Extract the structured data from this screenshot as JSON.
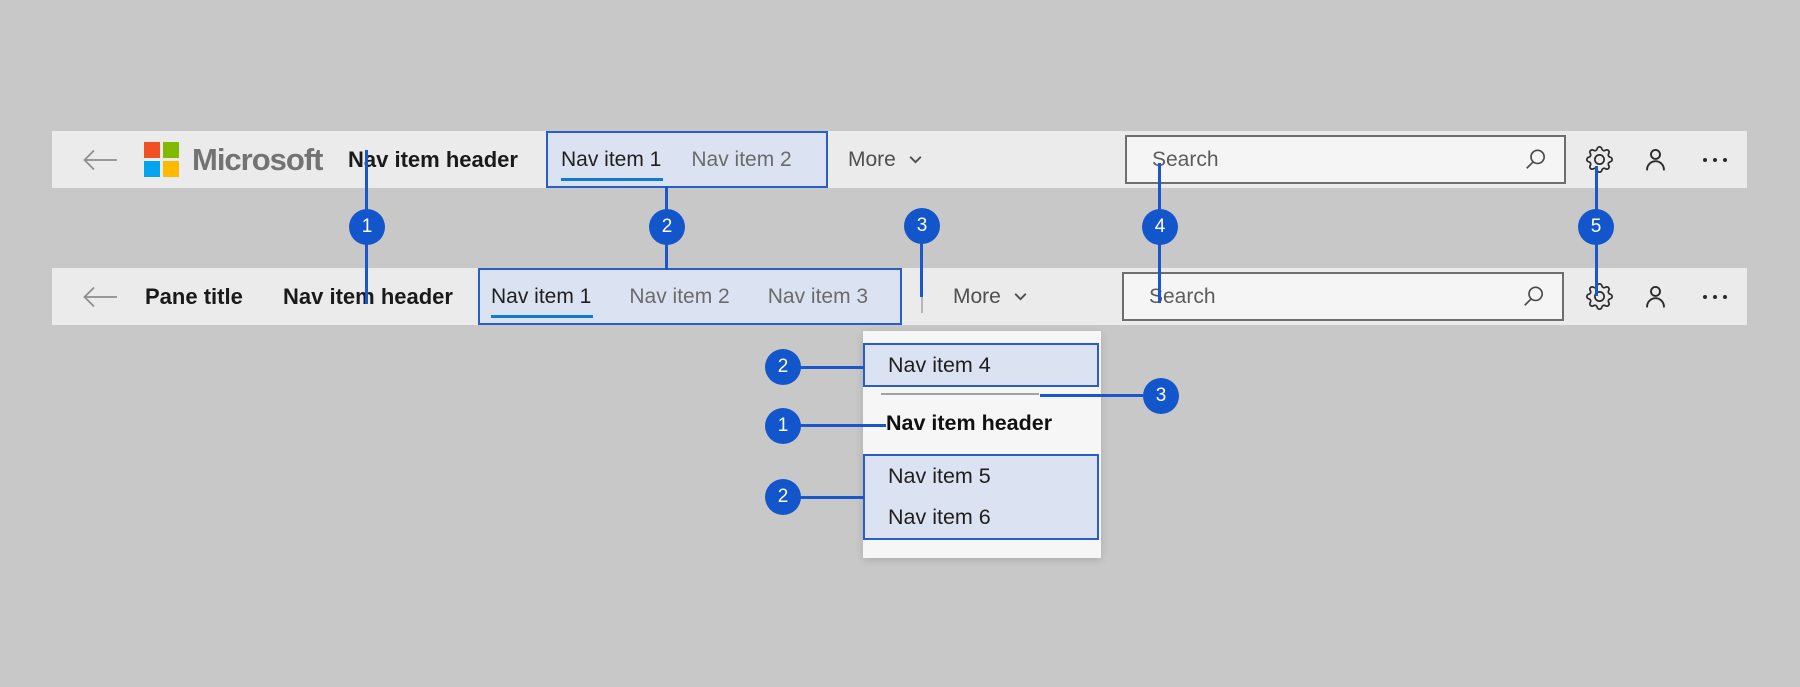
{
  "colors": {
    "page_background": "#c8c8c8",
    "bar_background": "#ebebeb",
    "accent_callout_blue": "#1356cb",
    "highlight_border_blue": "#2a5dc8",
    "highlight_fill_blue": "#dbe2f1",
    "selected_underline_blue": "#0f7bd7",
    "search_border_gray": "#6e6e6e",
    "logo_red": "#f25022",
    "logo_green": "#7fba00",
    "logo_blue": "#00a4ef",
    "logo_yellow": "#ffb900",
    "logo_text_gray": "#737373"
  },
  "icons": {
    "back": "arrow-left",
    "more": "chevron-down",
    "search": "magnifier",
    "settings": "gear",
    "account": "person",
    "overflow": "ellipsis"
  },
  "top_bar": {
    "logo_text": "Microsoft",
    "nav_item_header": "Nav item header",
    "nav_items": [
      {
        "label": "Nav item 1",
        "selected": true
      },
      {
        "label": "Nav item 2",
        "selected": false
      }
    ],
    "more_label": "More",
    "search_placeholder": "Search"
  },
  "pane_bar": {
    "pane_title": "Pane title",
    "nav_item_header": "Nav item header",
    "nav_items": [
      {
        "label": "Nav item 1",
        "selected": true
      },
      {
        "label": "Nav item 2",
        "selected": false
      },
      {
        "label": "Nav item 3",
        "selected": false
      }
    ],
    "more_label": "More",
    "search_placeholder": "Search"
  },
  "overflow_menu": {
    "item_above_header": "Nav item 4",
    "section_header": "Nav item header",
    "items_below_header": [
      "Nav item 5",
      "Nav item 6"
    ]
  },
  "callouts": {
    "row": [
      "1",
      "2",
      "3",
      "4",
      "5"
    ],
    "menu_item4_badge": "2",
    "menu_header_badge": "1",
    "menu_items_badge": "2",
    "menu_divider_badge": "3"
  }
}
